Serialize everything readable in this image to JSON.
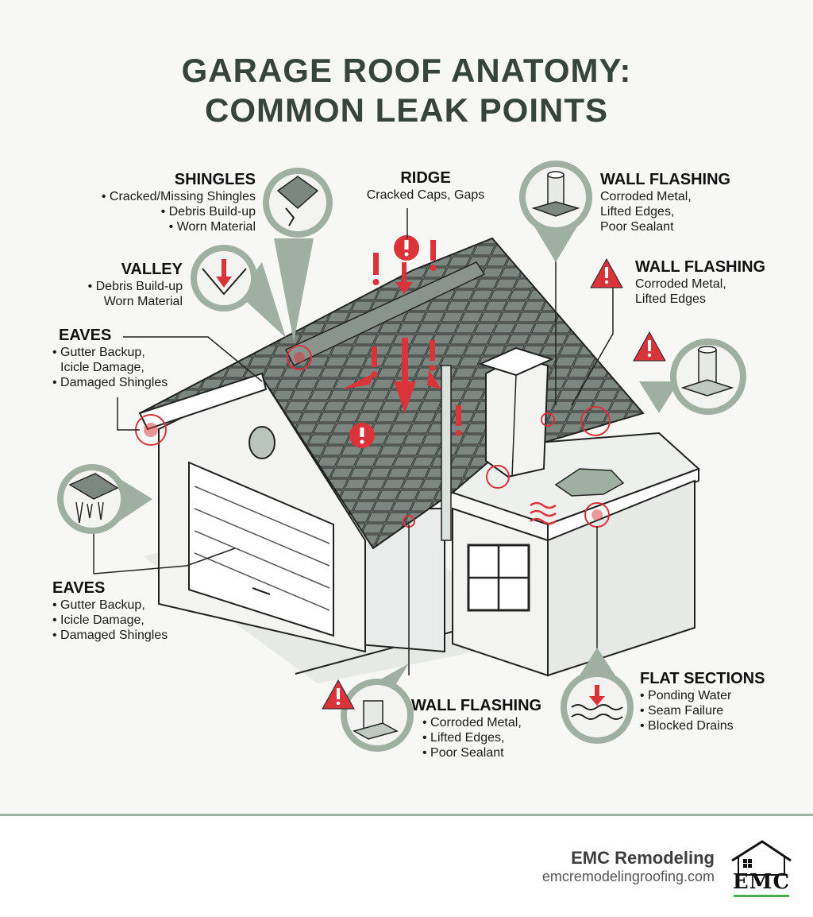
{
  "title": {
    "line1": "GARAGE ROOF ANATOMY:",
    "line2": "COMMON LEAK POINTS"
  },
  "callouts": {
    "shingles": {
      "heading": "SHINGLES",
      "items": [
        "• Cracked/Missing Shingles",
        "• Debris Build-up",
        "• Worn Material"
      ]
    },
    "ridge": {
      "heading": "RIDGE",
      "items": [
        "Cracked Caps, Gaps"
      ]
    },
    "wall_flashing_top": {
      "heading": "WALL FLASHING",
      "items": [
        "Corroded Metal,",
        "Lifted Edges,",
        "Poor Sealant"
      ]
    },
    "valley": {
      "heading": "VALLEY",
      "items": [
        "• Debris Build-up",
        "Worn Material"
      ]
    },
    "wall_flashing_mid": {
      "heading": "WALL FLASHING",
      "items": [
        "Corroded Metal,",
        "Lifted Edges"
      ]
    },
    "eaves_top": {
      "heading": "EAVES",
      "items": [
        "• Gutter Backup,",
        "Icicle Damage,",
        "• Damaged Shingles"
      ]
    },
    "eaves_bottom": {
      "heading": "EAVES",
      "items": [
        "• Gutter Backup,",
        "• Icicle Damage,",
        "• Damaged Shingles"
      ]
    },
    "flat_sections": {
      "heading": "FLAT SECTIONS",
      "items": [
        "• Ponding Water",
        "• Seam Failure",
        "• Blocked Drains"
      ]
    },
    "wall_flashing_bottom": {
      "heading": "WALL FLASHING",
      "items": [
        "• Corroded Metal,",
        "• Lifted Edges,",
        "• Poor Sealant"
      ]
    }
  },
  "footer": {
    "company": "EMC Remodeling",
    "url": "emcremodelingroofing.com",
    "logo_text": "EMC"
  },
  "colors": {
    "accent_red": "#d9343a",
    "sage": "#9fb0a2",
    "roof": "#6f7a74",
    "title": "#37443e"
  },
  "icons": {
    "warning": "warning-triangle-icon",
    "alert": "exclamation-circle-icon",
    "house_logo": "house-logo-icon"
  }
}
